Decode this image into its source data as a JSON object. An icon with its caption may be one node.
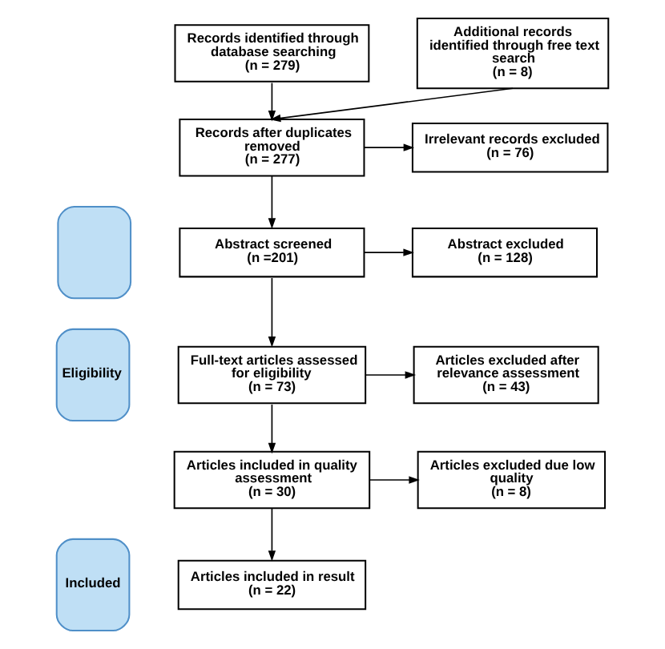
{
  "diagram": {
    "nodes": [
      {
        "text": [
          "Records identified through database searching",
          "(n = 279)"
        ]
      },
      {
        "text": [
          "Additional records identified through free text search",
          "(n = 8)"
        ]
      },
      {
        "text": [
          "Records after duplicates removed",
          "(n = 277)"
        ]
      },
      {
        "text": [
          "Irrelevant records excluded",
          "(n = 76)"
        ]
      },
      {
        "text": [],
        "shape": "box"
      },
      {
        "text": [
          "Abstract screened",
          "(n =201)"
        ]
      },
      {
        "text": [
          "Abstract excluded",
          "(n = 128)"
        ]
      },
      {
        "text": [
          "Eligibility"
        ]
      },
      {
        "text": [
          "Full-text articles assessed for eligibility",
          "(n = 73)"
        ]
      },
      {
        "text": [
          "Articles excluded after relevance assessment",
          "(n = 43)"
        ]
      },
      {
        "text": [
          "Articles included in quality assessment",
          "(n = 30)"
        ]
      },
      {
        "text": [
          "Articles excluded due low quality",
          "(n = 8)"
        ]
      },
      {
        "text": [
          "Included"
        ]
      },
      {
        "text": [
          "Articles included in result",
          "(n = 22)"
        ]
      }
    ],
    "edges": [
      {
        "from": 0,
        "to": 2,
        "arrow": "to"
      },
      {
        "from": 1,
        "to": 2,
        "arrow": "to"
      },
      {
        "from": 2,
        "to": 3,
        "arrow": "to"
      },
      {
        "from": 2,
        "to": 5,
        "arrow": "to"
      },
      {
        "from": 5,
        "to": 6,
        "arrow": "to"
      },
      {
        "from": 5,
        "to": 8,
        "arrow": "to"
      },
      {
        "from": 8,
        "to": 9,
        "arrow": "to"
      },
      {
        "from": 8,
        "to": 10,
        "arrow": "to"
      },
      {
        "from": 10,
        "to": 11,
        "arrow": "to"
      },
      {
        "from": 10,
        "to": 13,
        "arrow": "to"
      }
    ]
  }
}
